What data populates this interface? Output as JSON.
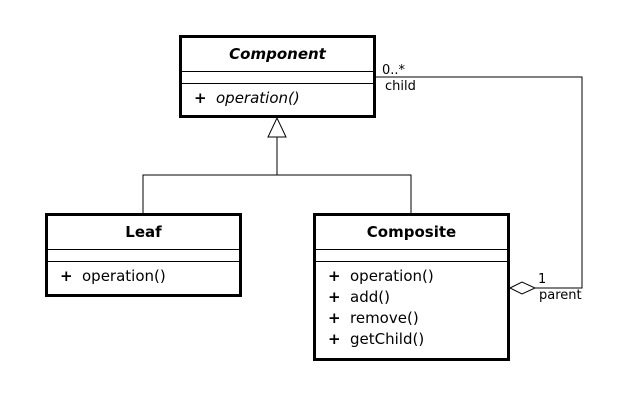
{
  "component": {
    "name": "Component",
    "operations": [
      {
        "visibility": "+",
        "signature": "operation()"
      }
    ]
  },
  "leaf": {
    "name": "Leaf",
    "operations": [
      {
        "visibility": "+",
        "signature": "operation()"
      }
    ]
  },
  "composite": {
    "name": "Composite",
    "operations": [
      {
        "visibility": "+",
        "signature": "operation()"
      },
      {
        "visibility": "+",
        "signature": "add()"
      },
      {
        "visibility": "+",
        "signature": "remove()"
      },
      {
        "visibility": "+",
        "signature": "getChild()"
      }
    ]
  },
  "aggregation": {
    "child_multiplicity": "0..*",
    "child_role": "child",
    "parent_multiplicity": "1",
    "parent_role": "parent"
  }
}
